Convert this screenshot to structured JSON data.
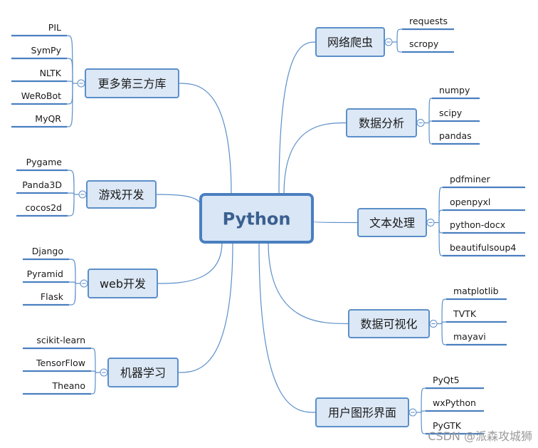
{
  "center": {
    "label": "Python"
  },
  "branches": [
    {
      "id": "more",
      "label": "更多第三方库",
      "side": "left",
      "leaves": [
        "PIL",
        "SymPy",
        "NLTK",
        "WeRoBot",
        "MyQR"
      ]
    },
    {
      "id": "game",
      "label": "游戏开发",
      "side": "left",
      "leaves": [
        "Pygame",
        "Panda3D",
        "cocos2d"
      ]
    },
    {
      "id": "web",
      "label": "web开发",
      "side": "left",
      "leaves": [
        "Django",
        "Pyramid",
        "Flask"
      ]
    },
    {
      "id": "ml",
      "label": "机器学习",
      "side": "left",
      "leaves": [
        "scikit-learn",
        "TensorFlow",
        "Theano"
      ]
    },
    {
      "id": "crawler",
      "label": "网络爬虫",
      "side": "right",
      "leaves": [
        "requests",
        "scropy"
      ]
    },
    {
      "id": "analysis",
      "label": "数据分析",
      "side": "right",
      "leaves": [
        "numpy",
        "scipy",
        "pandas"
      ]
    },
    {
      "id": "text",
      "label": "文本处理",
      "side": "right",
      "leaves": [
        "pdfminer",
        "openpyxl",
        "python-docx",
        "beautifulsoup4"
      ]
    },
    {
      "id": "viz",
      "label": "数据可视化",
      "side": "right",
      "leaves": [
        "matplotlib",
        "TVTK",
        "mayavi"
      ]
    },
    {
      "id": "gui",
      "label": "用户图形界面",
      "side": "right",
      "leaves": [
        "PyQt5",
        "wxPython",
        "PyGTK"
      ]
    }
  ],
  "watermark": "CSDN @派森攻城狮",
  "colors": {
    "line": "#5b8fc9",
    "node_border": "#5b8fc9",
    "node_fill": "#dce8f6",
    "center_border": "#4a7fc0",
    "center_fill": "#d8e6f5",
    "center_text": "#3a5f8f",
    "leaf_underline": "#4a7fc0",
    "text": "#1a1a1a"
  }
}
